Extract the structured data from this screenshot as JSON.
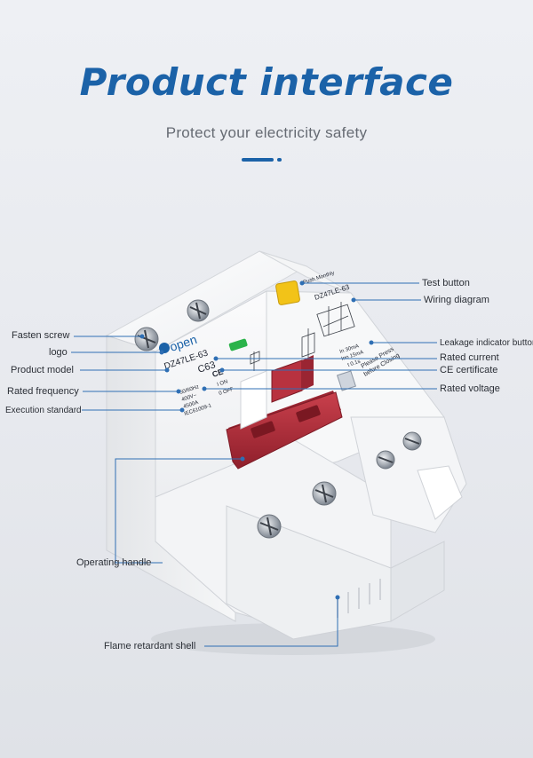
{
  "header": {
    "title": "Product interface",
    "subtitle": "Protect your electricity safety"
  },
  "device": {
    "brand": "open",
    "model": "DZ47LE-63",
    "model_right": "DZ47LE-63",
    "rating": "C63",
    "push_monthly": "Push Monthly",
    "frequency_text": "50/60Hz",
    "voltage_text": "400V~",
    "capacity_text": "4500A",
    "standard_text": "IEC61009-1",
    "on_text": "I ON",
    "off_text": "0 OFF",
    "leak_text_1": "In 30mA",
    "leak_text_2": "Ino 15mA",
    "leak_text_3": "t 0.1s",
    "warning_1": "Please Press",
    "warning_2": "before Closing",
    "ce_mark": "CE"
  },
  "labels": {
    "left": [
      "Fasten screw",
      "logo",
      "Product model",
      "Rated frequency",
      "Execution standard",
      "Operating handle",
      "Flame retardant shell"
    ],
    "right": [
      "Test button",
      "Wiring diagram",
      "Leakage indicator button",
      "Rated current",
      "CE  certificate",
      "Rated voltage"
    ]
  },
  "colors": {
    "accent": "#1b62a8",
    "handle": "#b8323f",
    "test_button": "#f2c318",
    "indicator": "#2bb34a",
    "leader_line": "#2f6fb4"
  }
}
